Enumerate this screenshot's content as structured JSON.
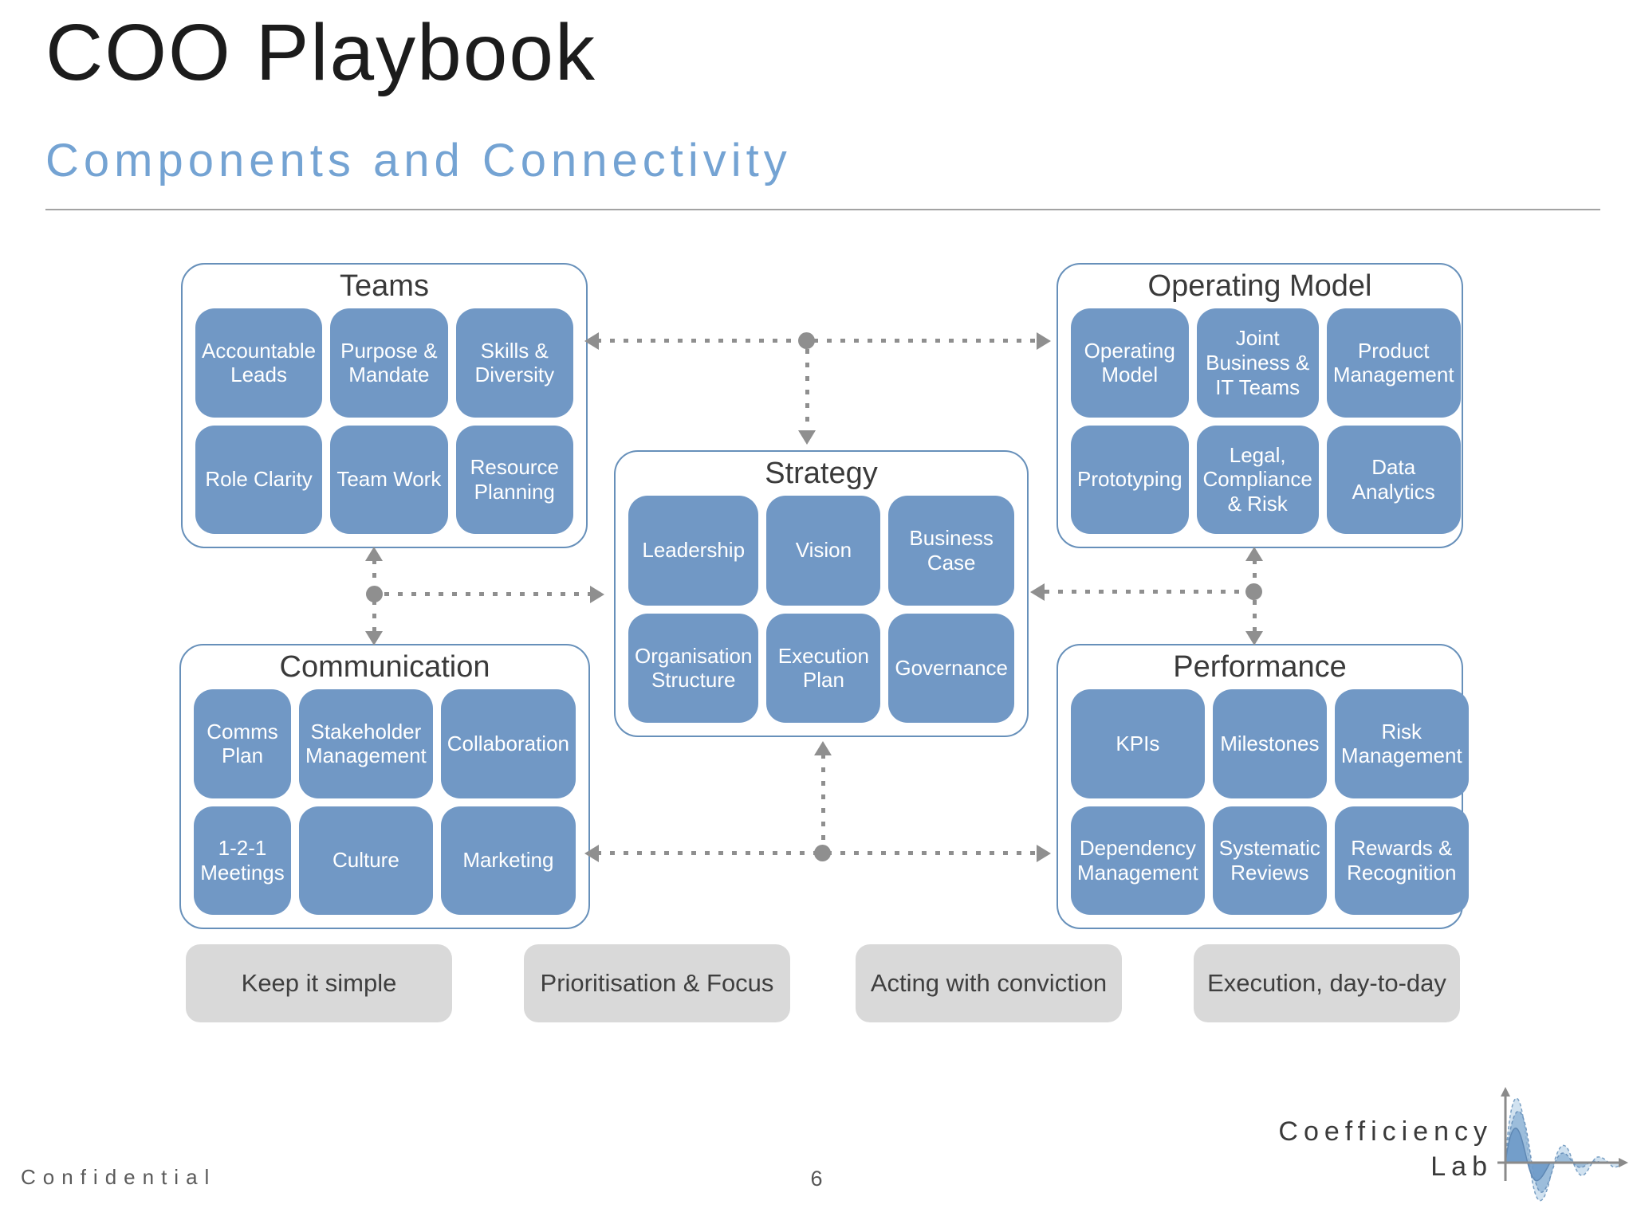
{
  "slide": {
    "title": "COO Playbook",
    "subtitle": "Components and Connectivity",
    "footer_left": "Confidential",
    "page_number": "6",
    "logo_line1": "Coefficiency",
    "logo_line2": "Lab"
  },
  "colors": {
    "tile_blue": "#7198c5",
    "box_border_blue": "#6790ba",
    "subtitle_blue": "#74a3d3",
    "connector_gray": "#8f8f8f",
    "pill_gray": "#d9d9d9",
    "title_dark": "#1c1c1c"
  },
  "groups": [
    {
      "title": "Teams",
      "tiles": [
        "Accountable Leads",
        "Purpose & Mandate",
        "Skills & Diversity",
        "Role Clarity",
        "Team Work",
        "Resource Planning"
      ]
    },
    {
      "title": "Operating Model",
      "tiles": [
        "Operating Model",
        "Joint Business & IT Teams",
        "Product Management",
        "Prototyping",
        "Legal, Compliance & Risk",
        "Data Analytics"
      ]
    },
    {
      "title": "Strategy",
      "tiles": [
        "Leadership",
        "Vision",
        "Business Case",
        "Organisation Structure",
        "Execution Plan",
        "Governance"
      ]
    },
    {
      "title": "Communication",
      "tiles": [
        "Comms Plan",
        "Stakeholder Management",
        "Collaboration",
        "1-2-1 Meetings",
        "Culture",
        "Marketing"
      ]
    },
    {
      "title": "Performance",
      "tiles": [
        "KPIs",
        "Milestones",
        "Risk Management",
        "Dependency Management",
        "Systematic Reviews",
        "Rewards & Recognition"
      ]
    }
  ],
  "pills": [
    "Keep it simple",
    "Prioritisation & Focus",
    "Acting with conviction",
    "Execution, day-to-day"
  ]
}
